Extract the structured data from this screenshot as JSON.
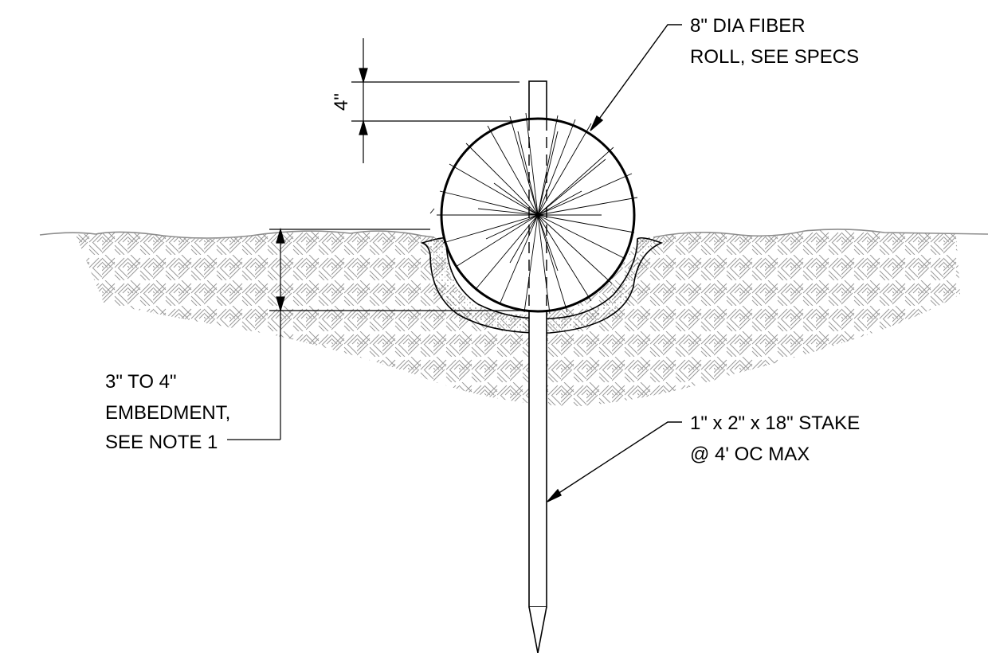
{
  "labels": {
    "roll_line1": "8\" DIA FIBER",
    "roll_line2": "ROLL, SEE SPECS",
    "stake_line1": "1\" x 2\" x 18\" STAKE",
    "stake_line2": "@ 4' OC MAX",
    "embed_line1": "3\" TO 4\"",
    "embed_line2": "EMBEDMENT,",
    "embed_line3": "SEE NOTE 1",
    "dim_top": "4\""
  },
  "colors": {
    "line": "#000000",
    "hatch": "#9a9a9a",
    "ground": "#8c8c8c",
    "trench_fill": "#f2f2f2"
  }
}
